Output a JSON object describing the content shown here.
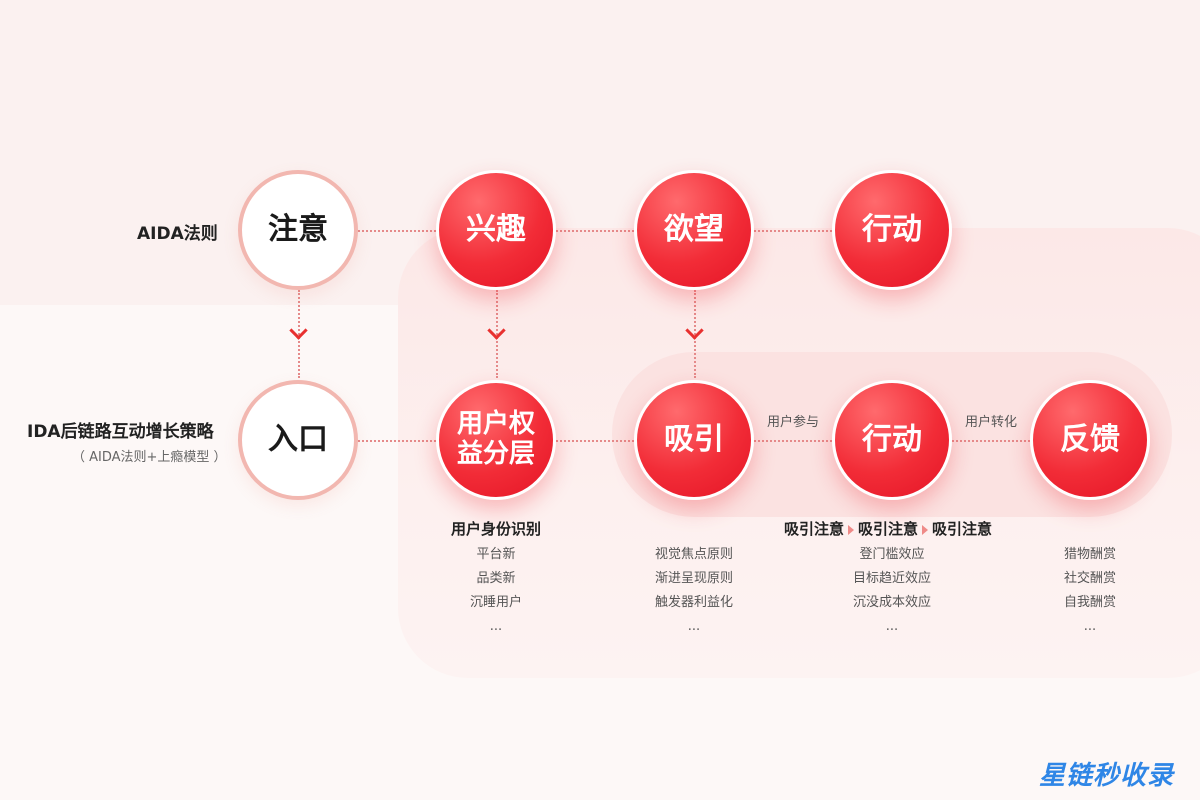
{
  "row1": {
    "label": "AIDA法则",
    "nodes": [
      "注意",
      "兴趣",
      "欲望",
      "行动"
    ]
  },
  "row2": {
    "label": "IDA后链路互动增长策略",
    "sublabel": "（ AIDA法则+上瘾模型 ）",
    "nodes": [
      "入口",
      "用户权益分层",
      "吸引",
      "行动",
      "反馈"
    ],
    "edge_labels": [
      "用户参与",
      "用户转化"
    ]
  },
  "columns": [
    {
      "head": "用户身份识别",
      "items": [
        "平台新",
        "品类新",
        "沉睡用户",
        "..."
      ]
    },
    {
      "head": "",
      "items": [
        "视觉焦点原则",
        "渐进呈现原则",
        "触发器利益化",
        "..."
      ]
    },
    {
      "head_flow": [
        "吸引注意",
        "吸引注意",
        "吸引注意"
      ],
      "items": [
        "登门槛效应",
        "目标趋近效应",
        "沉没成本效应",
        "..."
      ]
    },
    {
      "head": "",
      "items": [
        "猎物酬赏",
        "社交酬赏",
        "自我酬赏",
        "..."
      ]
    }
  ],
  "watermark": "星链秒收录",
  "colors": {
    "accent": "#f22c37",
    "outline": "#f2b7b0",
    "watermark": "#2f86e6"
  }
}
